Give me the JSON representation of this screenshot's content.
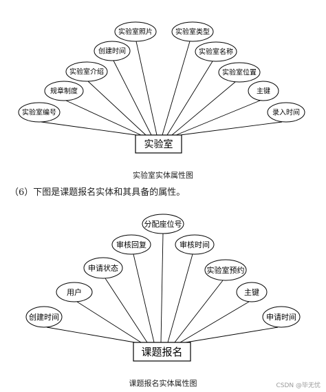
{
  "diagram1": {
    "entity": "实验室",
    "attributes": [
      "实验室编号",
      "规章制度",
      "实验室介绍",
      "创建时间",
      "实验室照片",
      "实验室类型",
      "实验室名称",
      "实验室位置",
      "主键",
      "录入时间"
    ],
    "caption": "实验室实体属性图"
  },
  "paragraph": "（6）下图是课题报名实体和其具备的属性。",
  "diagram2": {
    "entity": "课题报名",
    "attributes": [
      "创建时间",
      "用户",
      "申请状态",
      "审核回复",
      "分配座位号",
      "审核时间",
      "实验室预约",
      "主键",
      "申请时间"
    ],
    "caption": "课题报名实体属性图"
  },
  "watermark": "CSDN @毕无忧"
}
